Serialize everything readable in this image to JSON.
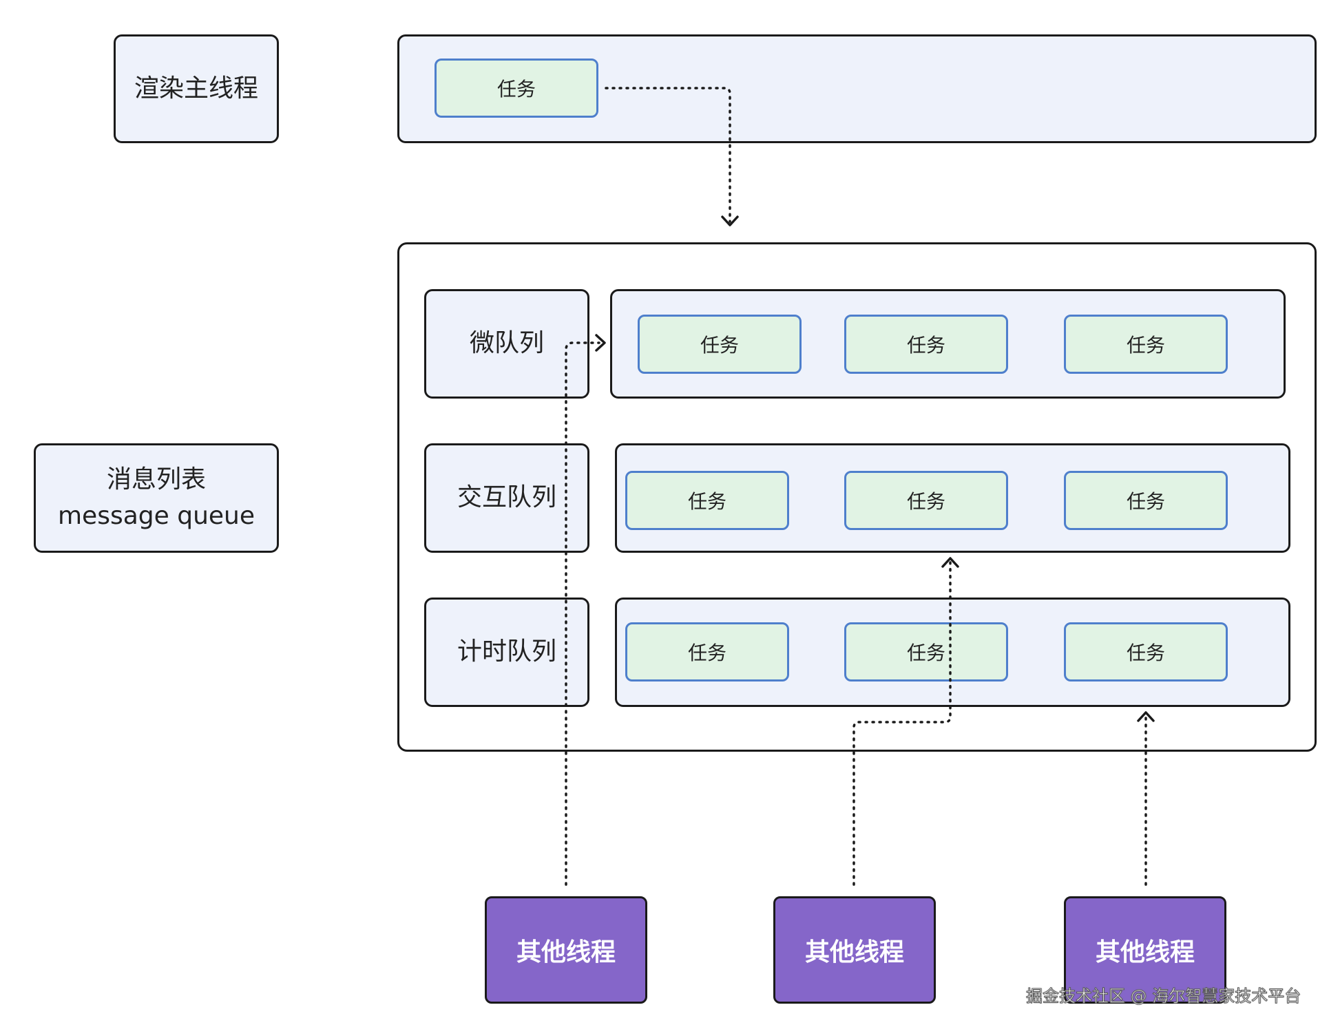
{
  "render_main_thread": {
    "label": "渲染主线程",
    "task": "任务"
  },
  "message_queue": {
    "label_zh": "消息列表",
    "label_en": "message queue"
  },
  "queues": [
    {
      "label": "微队列",
      "tasks": [
        "任务",
        "任务",
        "任务"
      ]
    },
    {
      "label": "交互队列",
      "tasks": [
        "任务",
        "任务",
        "任务"
      ]
    },
    {
      "label": "计时队列",
      "tasks": [
        "任务",
        "任务",
        "任务"
      ]
    }
  ],
  "other_threads": [
    "其他线程",
    "其他线程",
    "其他线程"
  ],
  "watermark": "掘金技术社区 @ 海尔智慧家技术平台",
  "colors": {
    "box_fill": "#eef2fb",
    "task_fill": "#e1f3e4",
    "task_border": "#4e7fcc",
    "thread_fill": "#8566c9",
    "stroke": "#1a1a1a"
  }
}
